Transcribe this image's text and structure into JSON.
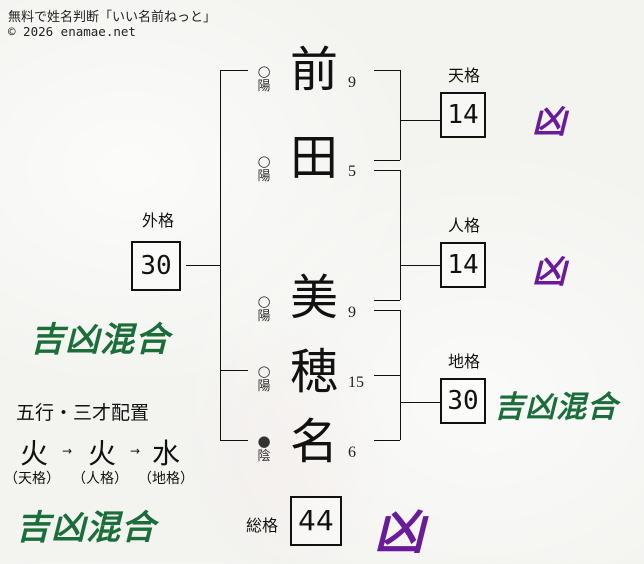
{
  "header": {
    "title": "無料で姓名判断「いい名前ねっと」",
    "copyright": "© 2026 enamae.net"
  },
  "name": {
    "characters": [
      {
        "char": "前",
        "strokes": "9",
        "yinyang_mark": "○",
        "yinyang": "陽"
      },
      {
        "char": "田",
        "strokes": "5",
        "yinyang_mark": "○",
        "yinyang": "陽"
      },
      {
        "char": "美",
        "strokes": "9",
        "yinyang_mark": "○",
        "yinyang": "陽"
      },
      {
        "char": "穂",
        "strokes": "15",
        "yinyang_mark": "○",
        "yinyang": "陽"
      },
      {
        "char": "名",
        "strokes": "6",
        "yinyang_mark": "●",
        "yinyang": "陰"
      }
    ]
  },
  "kaku": {
    "tenkaku": {
      "label": "天格",
      "value": "14",
      "verdict": "凶"
    },
    "jinkaku": {
      "label": "人格",
      "value": "14",
      "verdict": "凶"
    },
    "chikaku": {
      "label": "地格",
      "value": "30",
      "verdict": "吉凶混合"
    },
    "gaikaku": {
      "label": "外格",
      "value": "30",
      "verdict": "吉凶混合"
    },
    "soukaku": {
      "label": "総格",
      "value": "44",
      "verdict": "凶"
    }
  },
  "gogyo": {
    "title": "五行・三才配置",
    "elements": [
      {
        "element": "火",
        "sub": "（天格）"
      },
      {
        "element": "火",
        "sub": "（人格）"
      },
      {
        "element": "水",
        "sub": "（地格）"
      }
    ],
    "arrow": "→",
    "verdict": "吉凶混合"
  },
  "colors": {
    "bad": "#6a1b9a",
    "mixed": "#1b6e3a"
  }
}
